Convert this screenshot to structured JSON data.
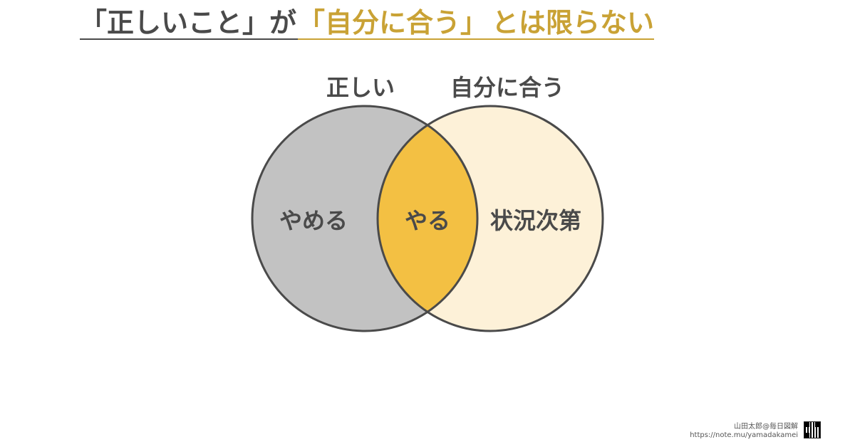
{
  "title": {
    "part1": "「正しいこと」が",
    "part2": "「自分に合う」",
    "part3": "とは限らない"
  },
  "sets": {
    "left_label": "正しい",
    "right_label": "自分に合う"
  },
  "regions": {
    "left_only": "やめる",
    "intersection": "やる",
    "right_only": "状況次第"
  },
  "colors": {
    "left_fill": "#c2c2c2",
    "right_fill": "#fdf1d8",
    "intersection_fill": "#f3c043",
    "stroke": "#4a4a4a",
    "accent": "#c9a235"
  },
  "footer": {
    "author": "山田太郎@毎日図解",
    "url": "https://note.mu/yamadakamei"
  }
}
